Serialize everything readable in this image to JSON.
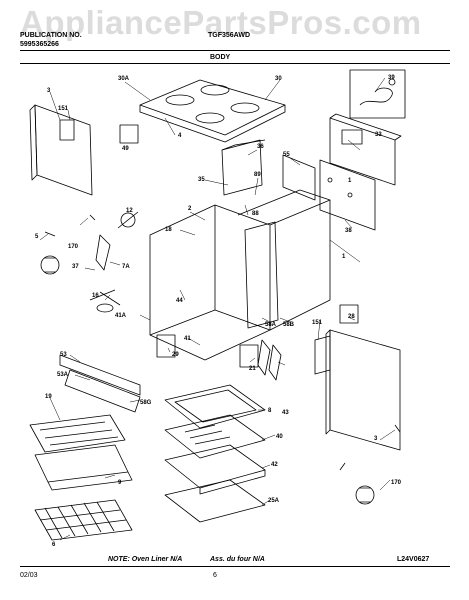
{
  "header": {
    "watermark": "AppliancePartsPros.com",
    "pub_label": "PUBLICATION NO.",
    "pub_number": "5995365266",
    "model": "TGF356AWD",
    "section": "BODY"
  },
  "callouts": [
    "30A",
    "30",
    "39",
    "3",
    "151",
    "4",
    "49",
    "33",
    "36",
    "55",
    "35",
    "89",
    "1",
    "88",
    "12",
    "18",
    "2",
    "5",
    "170",
    "38",
    "1",
    "37",
    "7A",
    "16",
    "44",
    "41A",
    "58A",
    "58B",
    "151",
    "28",
    "41",
    "29",
    "21",
    "53",
    "53A",
    "19",
    "58G",
    "43",
    "8",
    "40",
    "42",
    "9",
    "25A",
    "6",
    "3",
    "170"
  ],
  "footer": {
    "note_en": "NOTE: Oven Liner N/A",
    "note_fr": "Ass. du four N/A",
    "ref": "L24V0627",
    "date": "02/03",
    "page": "6"
  }
}
